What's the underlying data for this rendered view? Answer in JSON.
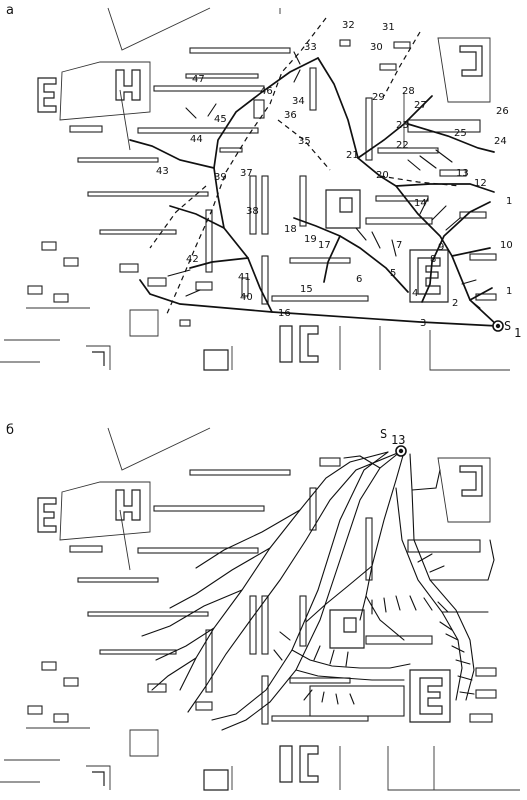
{
  "panels": [
    {
      "id": "a",
      "label": "а",
      "source_label": "S",
      "source_sub": "1",
      "nodes": [
        "1",
        "2",
        "3",
        "4",
        "5",
        "6",
        "7",
        "8",
        "9",
        "10",
        "1",
        "12",
        "13",
        "14",
        "15",
        "16",
        "17",
        "18",
        "19",
        "20",
        "21",
        "22",
        "23",
        "24",
        "25",
        "26",
        "27",
        "28",
        "29",
        "30",
        "31",
        "32",
        "33",
        "34",
        "35",
        "36",
        "37",
        "38",
        "39",
        "40",
        "41",
        "42",
        "43",
        "44",
        "45",
        "46",
        "47"
      ]
    },
    {
      "id": "b",
      "label": "б",
      "source_label": "S",
      "source_sub": "13"
    }
  ]
}
